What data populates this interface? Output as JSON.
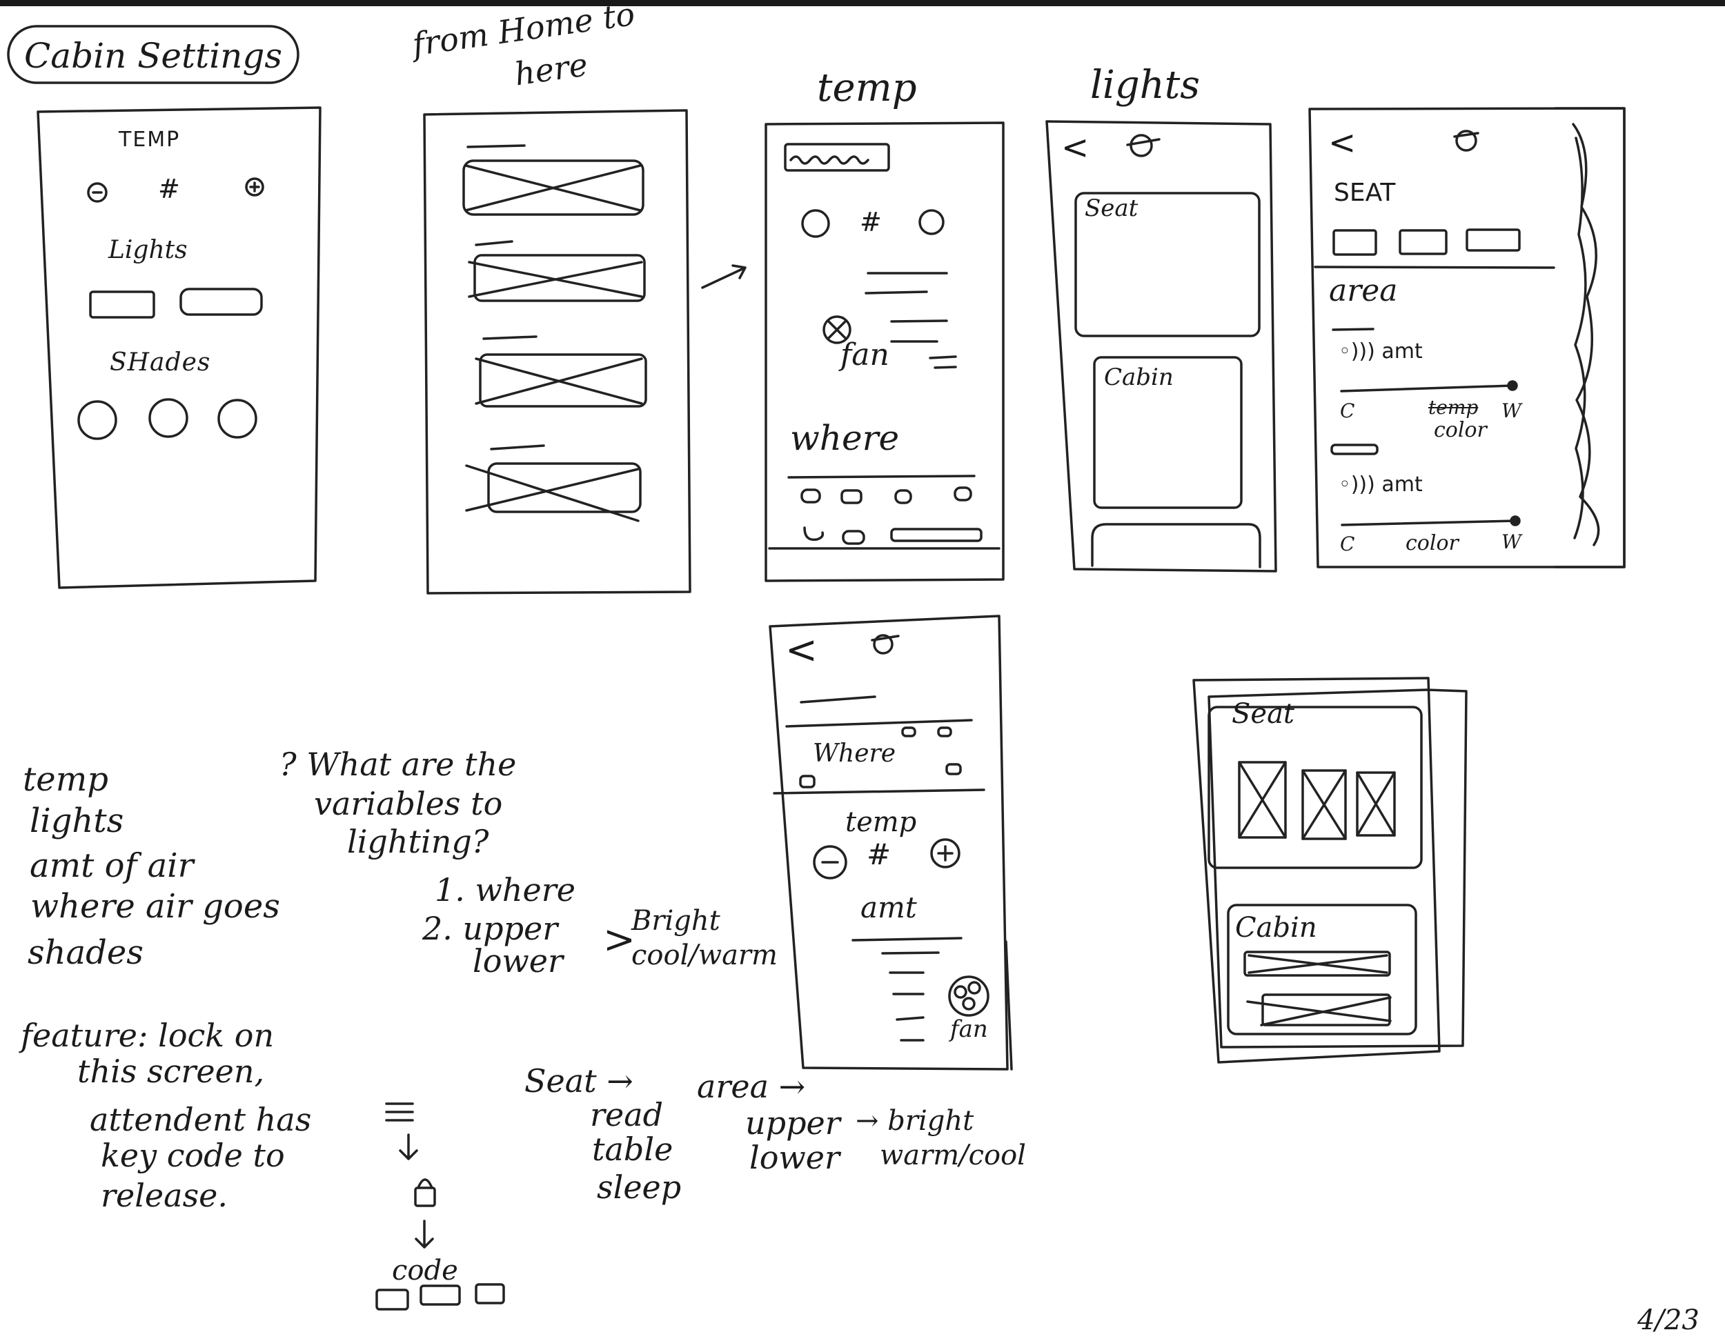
{
  "page_title": "Cabin Settings",
  "phone1": {
    "temp": "TEMP",
    "temp_value": "#",
    "lights": "Lights",
    "shades": "SHades"
  },
  "phone2_note": [
    "from Home to",
    "here"
  ],
  "phone3": {
    "label": "temp",
    "temp_value": "#",
    "fan": "fan",
    "where": "where"
  },
  "phone4": {
    "label": "lights",
    "back": "<",
    "seat": "Seat",
    "cabin": "Cabin"
  },
  "phone5": {
    "back": "<",
    "seat": "SEAT",
    "area": "area",
    "amt1": "◦))) amt",
    "cold1": "C",
    "temp_struck": "temp",
    "color1": "color",
    "warm1": "W",
    "amt2": "◦))) amt",
    "cold2": "C",
    "color2": "color",
    "warm2": "W"
  },
  "phone6": {
    "back": "<",
    "where": "Where",
    "temp": "temp",
    "temp_value": "#",
    "amt": "amt",
    "fan": "fan"
  },
  "phone7": {
    "seat": "Seat",
    "cabin": "Cabin"
  },
  "variables_list": [
    "temp",
    "lights",
    "amt of air",
    "where air goes",
    "shades"
  ],
  "question": {
    "lines": [
      "? What are the",
      "variables to",
      "lighting?"
    ],
    "item1": "1. where",
    "item2a": "2. upper",
    "item2b": "lower",
    "bright": "Bright",
    "coolwarm": "cool/warm"
  },
  "feature": [
    "feature: lock on",
    "this screen,",
    "attendent has",
    "key code to",
    "release."
  ],
  "lock_flow": {
    "code": "code"
  },
  "seat_flow": {
    "seat": "Seat →",
    "options": [
      "read",
      "table",
      "sleep"
    ]
  },
  "area_flow": {
    "area": "area →",
    "options": [
      "upper",
      "lower"
    ],
    "bright": "→ bright",
    "warmcool": "warm/cool"
  },
  "page_number": "4/23"
}
